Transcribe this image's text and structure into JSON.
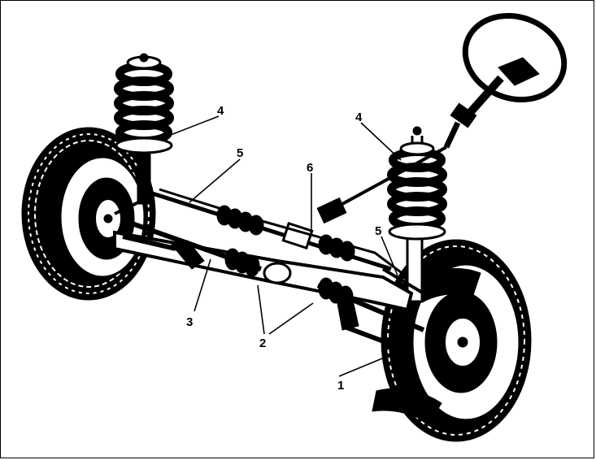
{
  "diagram": {
    "callouts": [
      {
        "id": "c1",
        "label": "1"
      },
      {
        "id": "c2",
        "label": "2"
      },
      {
        "id": "c3",
        "label": "3"
      },
      {
        "id": "c4a",
        "label": "4"
      },
      {
        "id": "c4b",
        "label": "4"
      },
      {
        "id": "c5a",
        "label": "5"
      },
      {
        "id": "c5b",
        "label": "5"
      },
      {
        "id": "c6",
        "label": "6"
      }
    ],
    "colors": {
      "ink": "#000000",
      "paper": "#ffffff"
    }
  }
}
